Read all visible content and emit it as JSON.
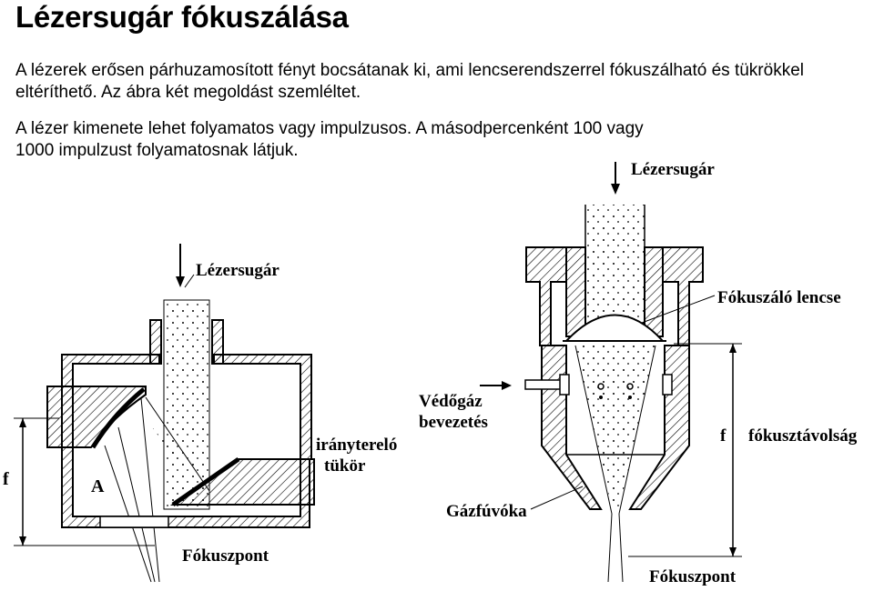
{
  "slide": {
    "title": "Lézersugár fókuszálása",
    "paragraph1": "A lézerek erősen párhuzamosított fényt bocsátanak ki, ami lencserendszerrel fókuszálható és tükrökkel eltéríthető. Az ábra két megoldást szemléltet.",
    "paragraph2": "A lézer kimenete lehet folyamatos vagy impulzusos. A másodpercenként 100 vagy 1000 impulzust folyamatosnak látjuk."
  },
  "left_diagram": {
    "beam_label": "Lézersugár",
    "mirror_label_line1": "iránytereló",
    "mirror_label_line2": "tükör",
    "point_label": "A",
    "focal_label": "f",
    "focus_label": "Fókuszpont"
  },
  "right_diagram": {
    "beam_label": "Lézersugár",
    "lens_label": "Fókuszáló lencse",
    "gas_label_line1": "Védőgáz",
    "gas_label_line2": "bevezetés",
    "focal_label": "f",
    "focal_text": "fókusztávolság",
    "nozzle_label": "Gázfúvóka",
    "focus_label": "Fókuszpont"
  }
}
